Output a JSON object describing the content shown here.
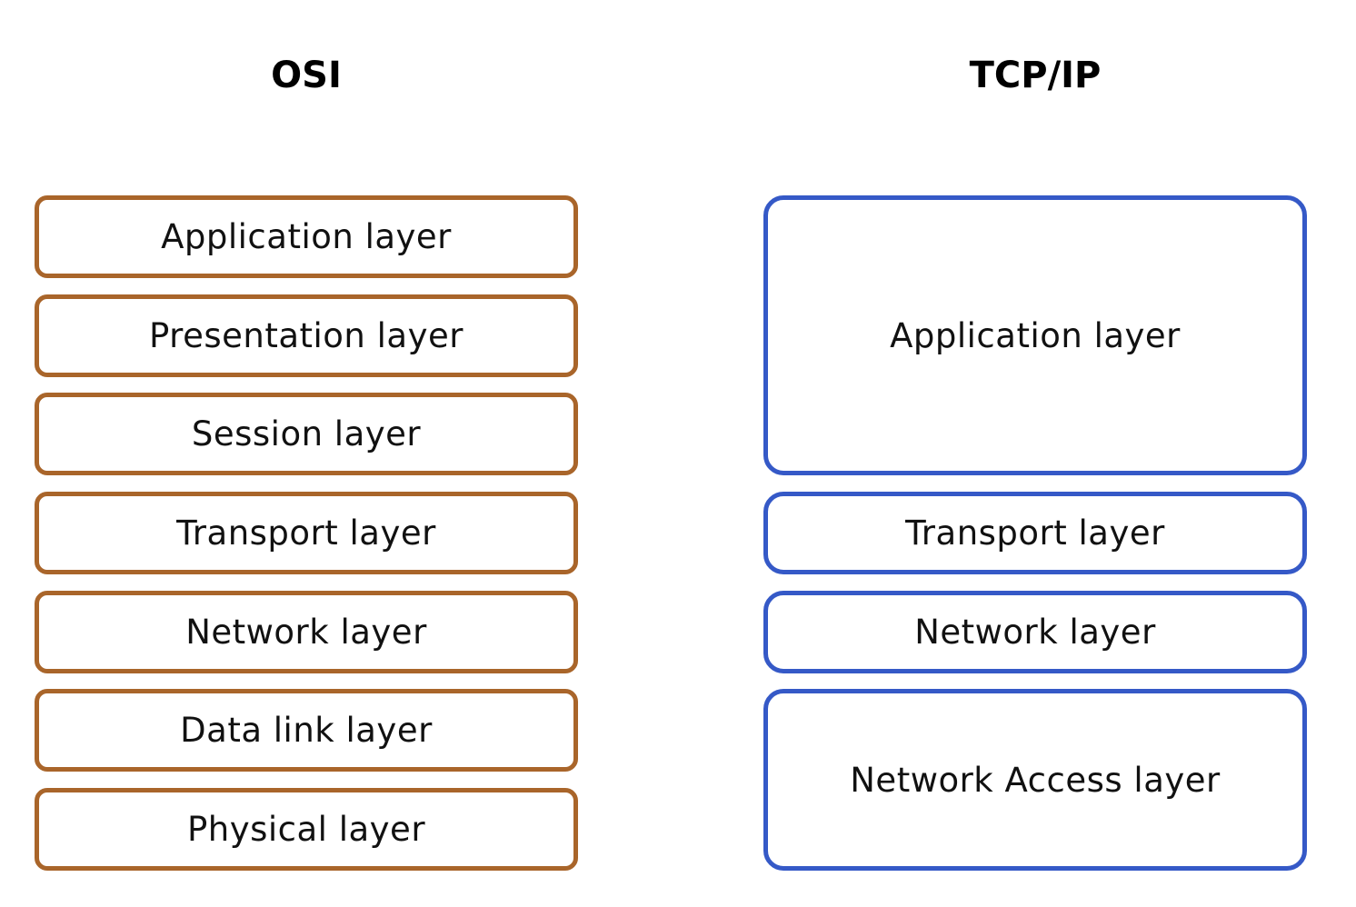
{
  "colors": {
    "osi_border": "#A9652A",
    "tcp_border": "#3559C7"
  },
  "osi": {
    "title": "OSI",
    "layers": [
      "Application layer",
      "Presentation layer",
      "Session layer",
      "Transport layer",
      "Network layer",
      "Data link layer",
      "Physical layer"
    ]
  },
  "tcpip": {
    "title": "TCP/IP",
    "layers": [
      "Application layer",
      "Transport layer",
      "Network layer",
      "Network Access layer"
    ]
  }
}
